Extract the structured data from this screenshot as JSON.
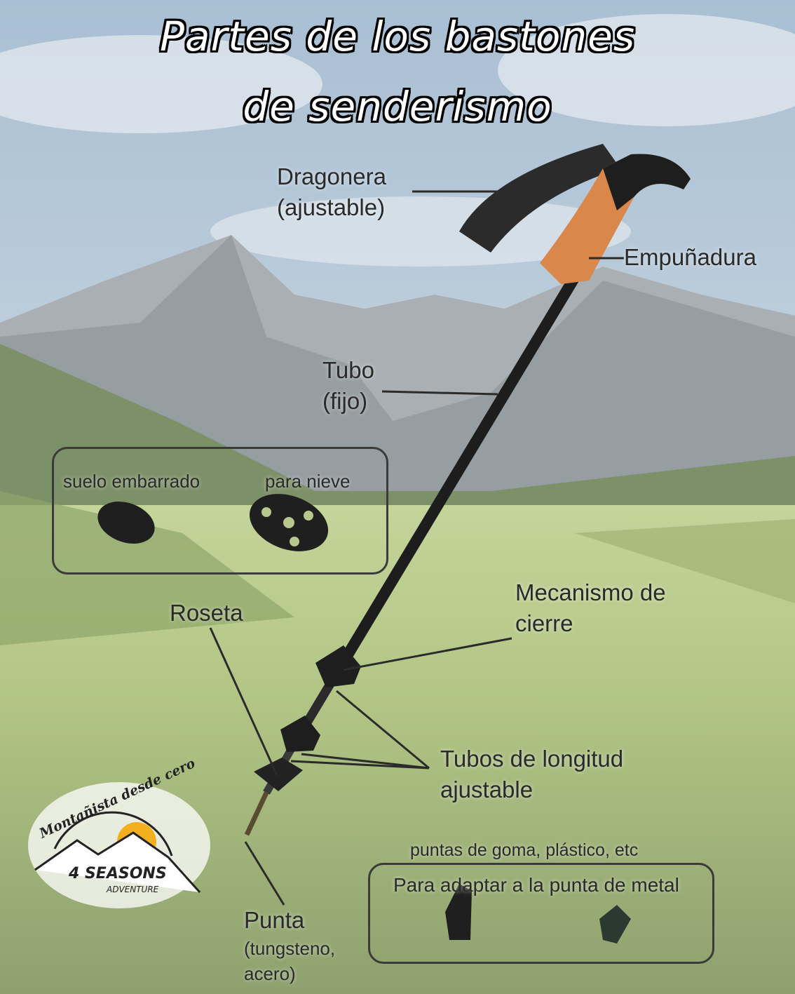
{
  "title": {
    "line1": "Partes de los bastones",
    "line2": "de senderismo"
  },
  "labels": {
    "dragonera": [
      "Dragonera",
      "(ajustable)"
    ],
    "empunadura": "Empuñadura",
    "tubo": [
      "Tubo",
      "(fijo)"
    ],
    "mecanismo": [
      "Mecanismo de",
      "cierre"
    ],
    "roseta": "Roseta",
    "tubos_longitud": [
      "Tubos de longitud",
      "ajustable"
    ],
    "punta": [
      "Punta",
      "(tungsteno,",
      "acero)"
    ]
  },
  "rosettes_box": {
    "mud": "suelo embarrado",
    "snow": "para nieve"
  },
  "tips_box": {
    "caption": "puntas de goma, plástico, etc",
    "title": "Para adaptar a la punta de metal"
  },
  "logo": {
    "arc_text": "Montañista desde cero",
    "brand": "4 SEASONS",
    "sub": "ADVENTURE"
  },
  "colors": {
    "grip": "#d9874a",
    "sun": "#f2b01e",
    "text": "#2a2a2a"
  }
}
